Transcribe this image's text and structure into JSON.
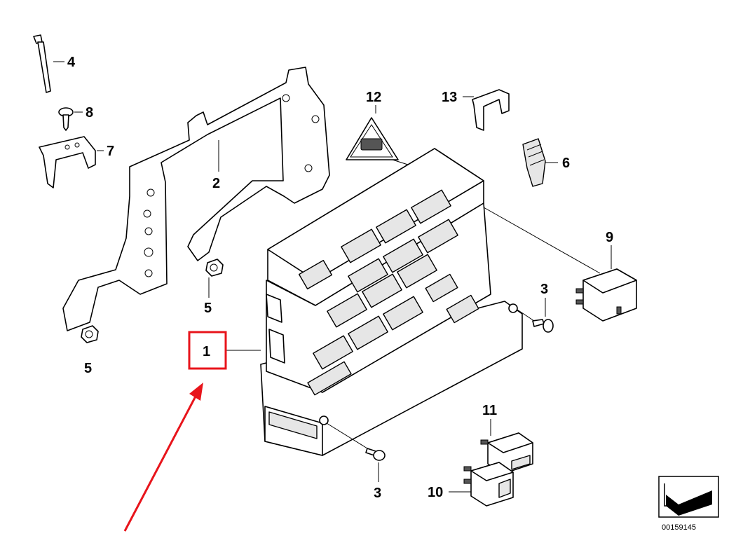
{
  "diagram": {
    "callouts": {
      "c1": "1",
      "c2": "2",
      "c3a": "3",
      "c3b": "3",
      "c4": "4",
      "c5a": "5",
      "c5b": "5",
      "c6": "6",
      "c7": "7",
      "c8": "8",
      "c9": "9",
      "c10": "10",
      "c11": "11",
      "c12": "12",
      "c13": "13"
    },
    "reference_number": "00159145",
    "highlight_color": "#e8141b"
  }
}
